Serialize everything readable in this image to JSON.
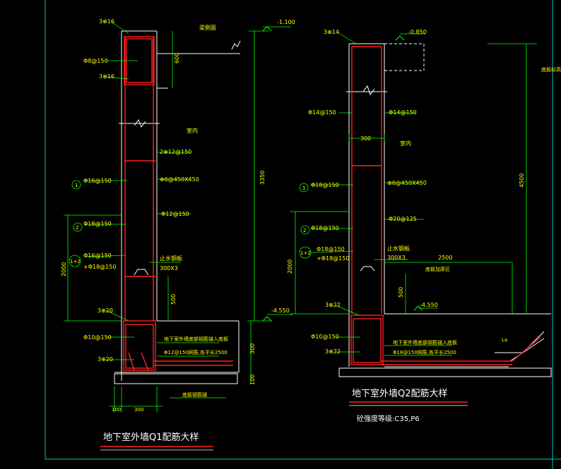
{
  "colors": {
    "background": "#000000",
    "frame": "#00c8c8",
    "wall_outline": "#ffffff",
    "rebar": "#ff2020",
    "dimension": "#00ff00",
    "label": "#ffff00",
    "stirrup": "#ff2020"
  },
  "q1": {
    "elev_top": "-1.100",
    "elev_bottom": "-4.550",
    "top_bar": "3⊕16",
    "top_stirrup": "Φ8@150",
    "top_bar2": "3⊕16",
    "top_note": "梁侧面",
    "dim_600": "600",
    "dim_3350": "3350",
    "indoor": "室内",
    "hbar": "2⊕12@150",
    "lbar1": "Φ16@150",
    "tie": "⊕6@450X450",
    "rbar": "Φ12@150",
    "lbar2": "Φ18@150",
    "lbar3a": "Φ16@150",
    "lbar3b": "+Φ18@150",
    "dim_2000": "2000",
    "waterstop": "止水钢板",
    "waterstop_size": "300X3",
    "dim_500": "500",
    "bot_bar": "3⊕20",
    "bot_stirrup": "Φ10@150",
    "bot_bar2": "3⊕20",
    "bot_note1": "地下室外墙底部钢筋锚入底板",
    "bot_note2": "Φ12@150网筋,各平长2500",
    "bot_note3": "底板钢筋锚",
    "dim_100": "100",
    "dim_300": "300",
    "dim_100b": "100",
    "dim_300b": "300",
    "circ1": "1",
    "circ2": "2",
    "circ12": "1+2",
    "title": "地下室外墙Q1配筋大样"
  },
  "q2": {
    "elev_top": "-0.850",
    "elev_bottom": "-4.550",
    "top_bar": "3⊕14",
    "lbar_top": "Φ14@150",
    "rbar_top": "Φ14@150",
    "dim_300": "300",
    "indoor": "室内",
    "lbar1": "Φ18@150",
    "tie": "⊕6@450X450",
    "rbar": "Φ20@125",
    "lbar2": "Φ18@150",
    "lbar3a": "Φ18@150",
    "lbar3b": "+Φ18@150",
    "dim_2000": "2000",
    "waterstop": "止水钢板",
    "waterstop_size": "300X3",
    "dim_2500": "2500",
    "pit_note": "底板加厚区",
    "dim_500": "500",
    "dim_4500": "4500",
    "bot_bar": "3⊕22",
    "bot_stirrup": "Φ10@150",
    "bot_bar2": "3⊕22",
    "bot_note1": "地下室外墙底部钢筋锚入底板",
    "bot_note2": "Φ18@150网筋,各平长2500",
    "side_note": "底板标高",
    "la": "La",
    "circ1": "1",
    "circ2": "2",
    "circ12": "1+2",
    "title": "地下室外墙Q2配筋大样",
    "concrete": "砼强度等级:C35,P6"
  }
}
